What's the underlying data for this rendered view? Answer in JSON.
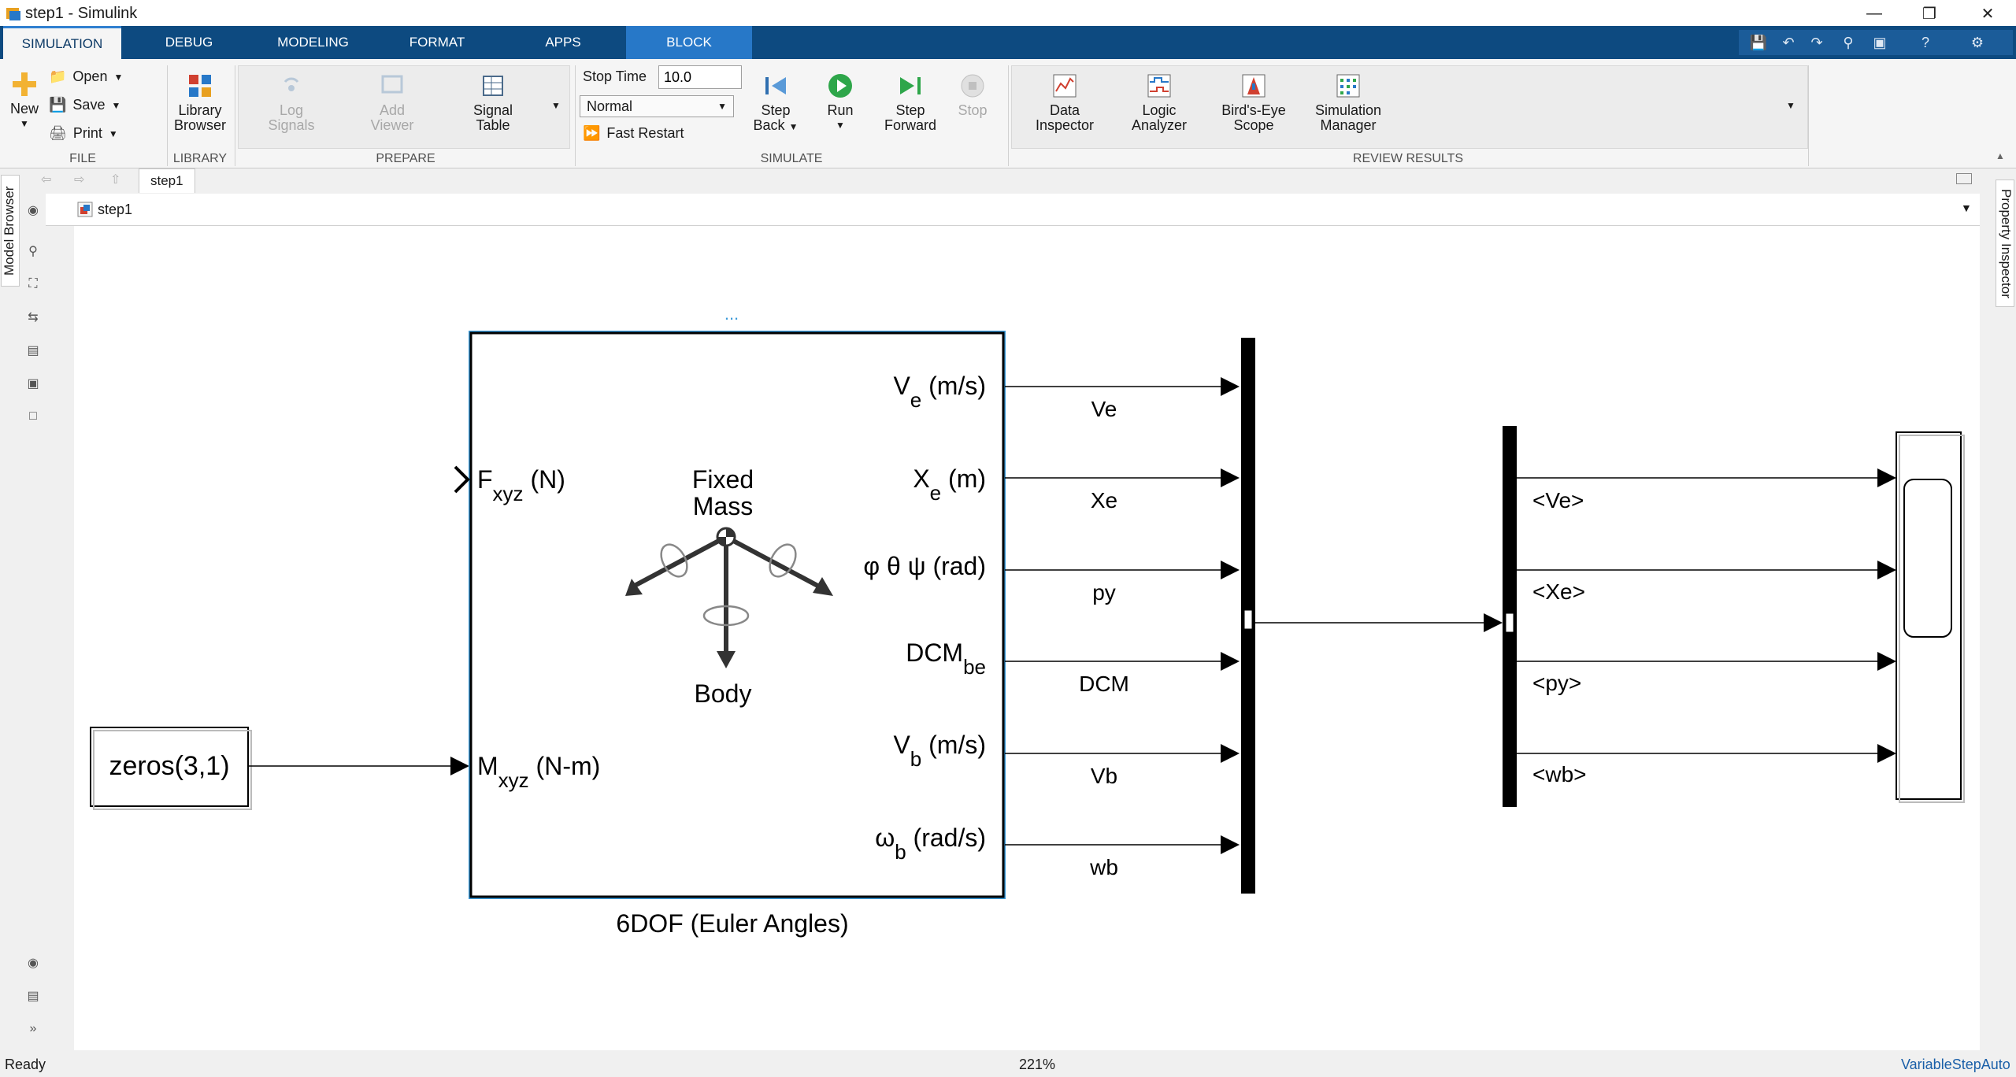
{
  "window": {
    "title": "step1 - Simulink"
  },
  "tabs": [
    "SIMULATION",
    "DEBUG",
    "MODELING",
    "FORMAT",
    "APPS",
    "BLOCK"
  ],
  "ribbon": {
    "file": {
      "group": "FILE",
      "new": "New",
      "open": "Open",
      "save": "Save",
      "print": "Print"
    },
    "library": {
      "group": "LIBRARY",
      "library_browser": [
        "Library",
        "Browser"
      ]
    },
    "prepare": {
      "group": "PREPARE",
      "log_signals": [
        "Log",
        "Signals"
      ],
      "add_viewer": [
        "Add",
        "Viewer"
      ],
      "signal_table": [
        "Signal",
        "Table"
      ]
    },
    "simulate": {
      "group": "SIMULATE",
      "stop_time_label": "Stop Time",
      "stop_time_value": "10.0",
      "mode": "Normal",
      "fast_restart": "Fast Restart",
      "step_back": [
        "Step",
        "Back"
      ],
      "run": "Run",
      "step_forward": [
        "Step",
        "Forward"
      ],
      "stop": "Stop"
    },
    "review": {
      "group": "REVIEW RESULTS",
      "data_inspector": [
        "Data",
        "Inspector"
      ],
      "logic_analyzer": [
        "Logic",
        "Analyzer"
      ],
      "birds_eye": [
        "Bird's-Eye",
        "Scope"
      ],
      "sim_manager": [
        "Simulation",
        "Manager"
      ]
    }
  },
  "side_tabs": {
    "left": "Model Browser",
    "right": "Property Inspector"
  },
  "explorer": {
    "tab": "step1",
    "breadcrumb": "step1"
  },
  "diagram": {
    "constant_block": "zeros(3,1)",
    "sixdof": {
      "caption": "6DOF (Euler Angles)",
      "ellipsis": "...",
      "fixed_mass": [
        "Fixed",
        "Mass"
      ],
      "body": "Body",
      "inputs": [
        {
          "main": "F",
          "sub": "xyz",
          "unit": " (N)"
        },
        {
          "main": "M",
          "sub": "xyz",
          "unit": " (N-m)"
        }
      ],
      "outputs": [
        {
          "main": "V",
          "sub": "e",
          "unit": " (m/s)"
        },
        {
          "main": "X",
          "sub": "e",
          "unit": " (m)"
        },
        {
          "main": "φ θ ψ (rad)",
          "sub": "",
          "unit": ""
        },
        {
          "main": "DCM",
          "sub": "be",
          "unit": ""
        },
        {
          "main": "V",
          "sub": "b",
          "unit": " (m/s)"
        },
        {
          "main": "ω",
          "sub": "b",
          "unit": " (rad/s)"
        }
      ]
    },
    "signals": [
      "Ve",
      "Xe",
      "py",
      "DCM",
      "Vb",
      "wb"
    ],
    "bus_selector_outputs": [
      "<Ve>",
      "<Xe>",
      "<py>",
      "<wb>"
    ]
  },
  "status": {
    "left": "Ready",
    "zoom": "221%",
    "solver": "VariableStepAuto"
  }
}
